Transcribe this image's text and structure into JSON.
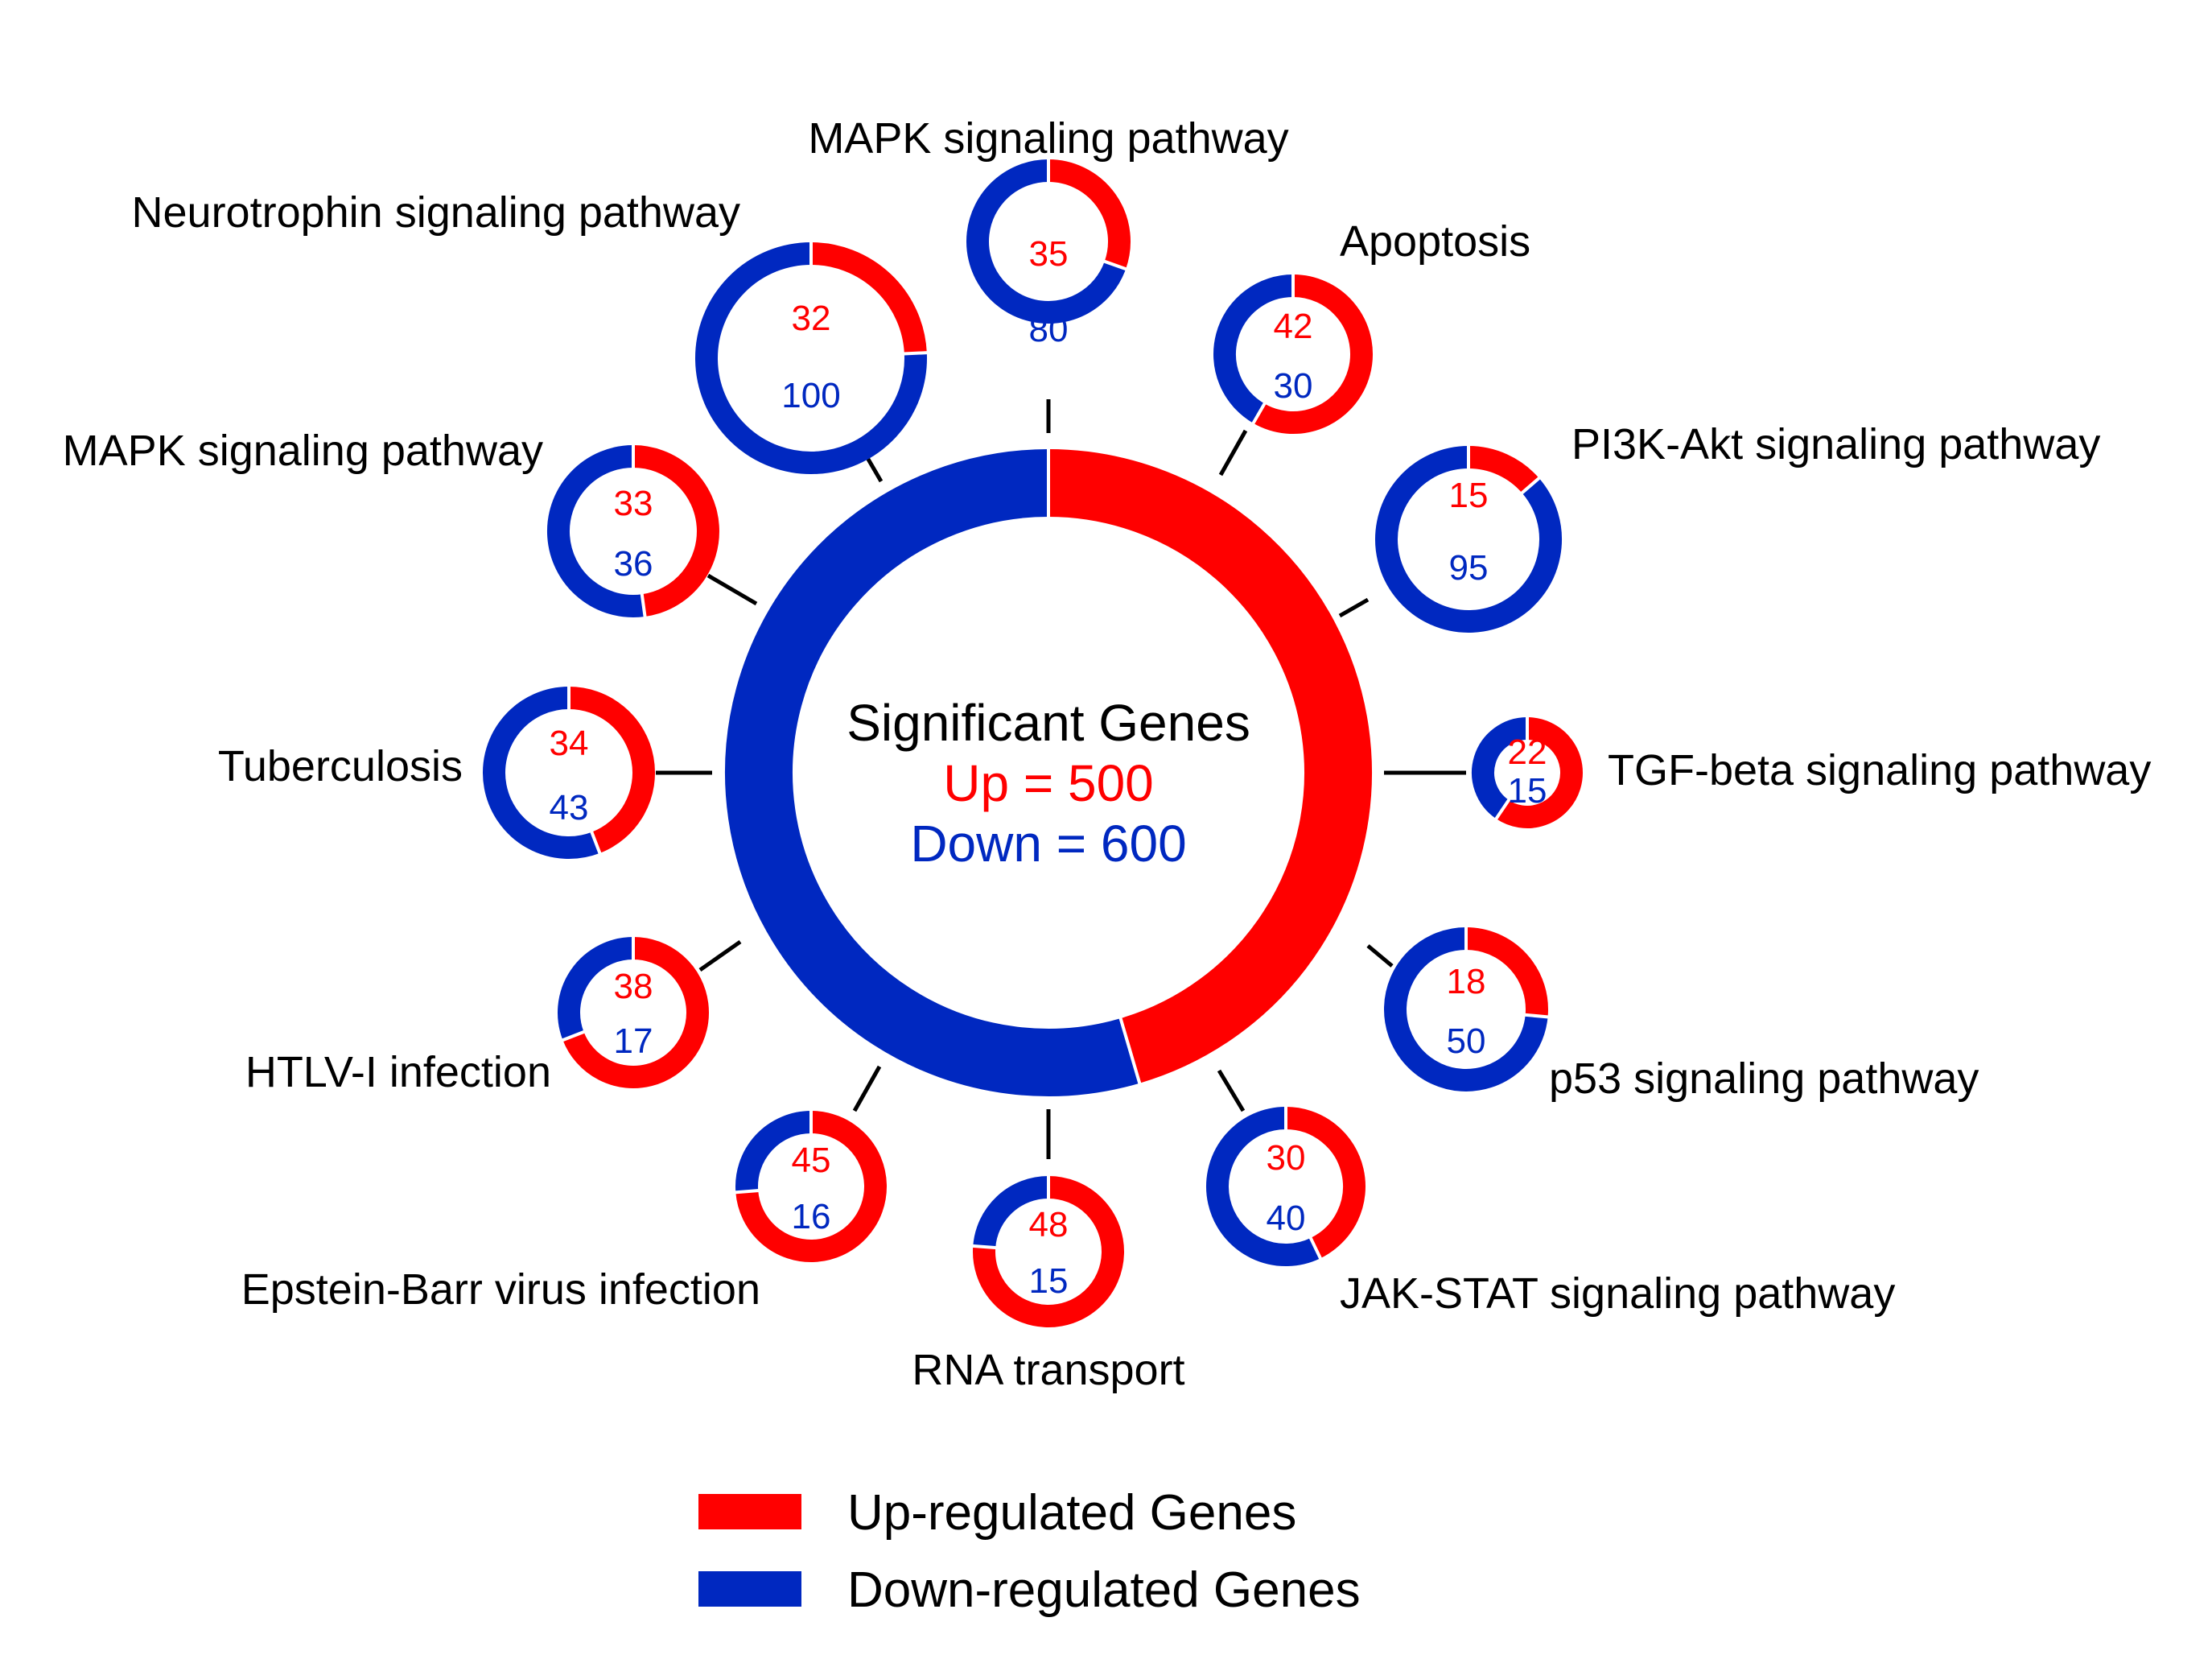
{
  "colors": {
    "up": "#FF0000",
    "down": "#0028C0",
    "connector": "#000000",
    "label": "#000000"
  },
  "center": {
    "title": "Significant Genes",
    "up_text": "Up = 500",
    "down_text": "Down = 600"
  },
  "legend": {
    "placement": "bottom-center",
    "up_label": "Up-regulated Genes",
    "down_label": "Down-regulated Genes"
  },
  "chart_data": {
    "type": "donut",
    "center": {
      "up": 500,
      "down": 600
    },
    "pathways": [
      {
        "name": "MAPK signaling pathway",
        "up": 35,
        "down": 80
      },
      {
        "name": "Apoptosis",
        "up": 42,
        "down": 30
      },
      {
        "name": "PI3K-Akt signaling pathway",
        "up": 15,
        "down": 95
      },
      {
        "name": "TGF-beta signaling pathway",
        "up": 22,
        "down": 15
      },
      {
        "name": "p53 signaling pathway",
        "up": 18,
        "down": 50
      },
      {
        "name": "JAK-STAT signaling pathway",
        "up": 30,
        "down": 40
      },
      {
        "name": "RNA transport",
        "up": 48,
        "down": 15
      },
      {
        "name": "Epstein-Barr virus infection",
        "up": 45,
        "down": 16
      },
      {
        "name": "HTLV-I infection",
        "up": 38,
        "down": 17
      },
      {
        "name": "Tuberculosis",
        "up": 34,
        "down": 43
      },
      {
        "name": "MAPK signaling pathway",
        "up": 33,
        "down": 36
      },
      {
        "name": "Neurotrophin signaling pathway",
        "up": 32,
        "down": 100
      }
    ]
  }
}
